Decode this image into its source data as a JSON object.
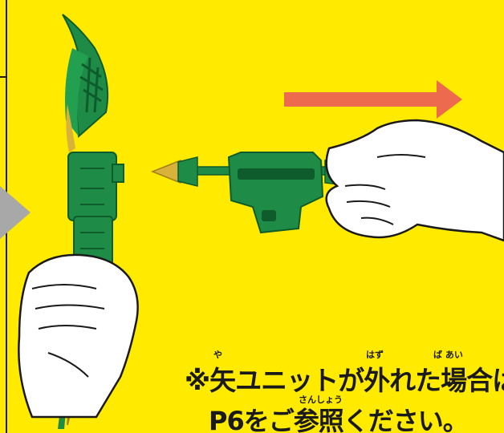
{
  "note": {
    "line1": "※矢ユニットが外れた場合は",
    "line2": "P6をご参照ください。",
    "ruby": {
      "ya": "や",
      "hazu": "はず",
      "baai": "ば あい",
      "sanshou": "さんしょう"
    }
  },
  "colors": {
    "background": "#FFEA00",
    "arrow": "#EE6A4E",
    "bow_green": "#1E8C46",
    "gold": "#D9B23A",
    "gray_step": "#A8A8A8"
  },
  "icons": [
    "step-arrow-icon",
    "direction-arrow-icon"
  ]
}
